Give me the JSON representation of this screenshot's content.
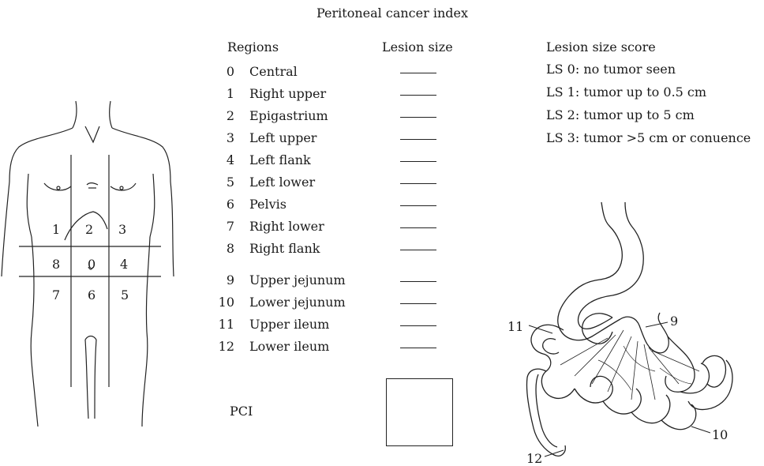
{
  "title": "Peritoneal cancer index",
  "table": {
    "regions_header": "Regions",
    "size_header": "Lesion size",
    "rows": [
      {
        "num": "0",
        "name": "Central"
      },
      {
        "num": "1",
        "name": "Right upper"
      },
      {
        "num": "2",
        "name": "Epigastrium"
      },
      {
        "num": "3",
        "name": "Left upper"
      },
      {
        "num": "4",
        "name": "Left flank"
      },
      {
        "num": "5",
        "name": "Left lower"
      },
      {
        "num": "6",
        "name": "Pelvis"
      },
      {
        "num": "7",
        "name": "Right lower"
      },
      {
        "num": "8",
        "name": "Right flank"
      },
      {
        "num": "9",
        "name": "Upper jejunum"
      },
      {
        "num": "10",
        "name": "Lower jejunum"
      },
      {
        "num": "11",
        "name": "Upper ileum"
      },
      {
        "num": "12",
        "name": "Lower ileum"
      }
    ],
    "pci_label": "PCI"
  },
  "score": {
    "title": "Lesion size score",
    "items": [
      "LS 0:  no tumor seen",
      "LS 1:  tumor up to 0.5 cm",
      "LS 2:  tumor up to 5 cm",
      "LS 3:  tumor >5 cm or conuence"
    ]
  },
  "torso": {
    "regions": [
      "1",
      "2",
      "3",
      "8",
      "0",
      "4",
      "7",
      "6",
      "5"
    ]
  },
  "intestine": {
    "labels": [
      "11",
      "9",
      "10",
      "12"
    ]
  }
}
